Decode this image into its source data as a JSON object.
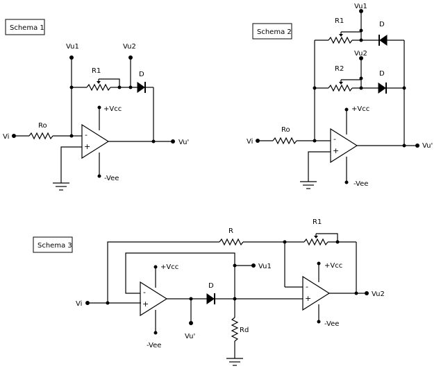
{
  "schema1": {
    "title": "Schema 1",
    "vu1": "Vu1",
    "vu2": "Vu2",
    "r1": "R1",
    "d": "D",
    "vcc": "+Vcc",
    "vee": "-Vee",
    "ro": "Ro",
    "vi": "Vi",
    "vu": "Vu'",
    "minus": "-",
    "plus": "+"
  },
  "schema2": {
    "title": "Schema 2",
    "vu1": "Vu1",
    "vu2": "Vu2",
    "r1": "R1",
    "r2": "R2",
    "d1": "D",
    "d2": "D",
    "vcc": "+Vcc",
    "vee": "-Vee",
    "ro": "Ro",
    "vi": "Vi",
    "vu": "Vu'",
    "minus": "-",
    "plus": "+"
  },
  "schema3": {
    "title": "Schema 3",
    "r": "R",
    "r1": "R1",
    "vcc1": "+Vcc",
    "vcc2": "+Vcc",
    "vu1": "Vu1",
    "vu2": "Vu2",
    "d": "D",
    "vi": "Vi",
    "vee1": "-Vee",
    "vee2": "-Vee",
    "vu": "Vu'",
    "rd": "Rd",
    "minus1": "-",
    "plus1": "+",
    "minus2": "-",
    "plus2": "+"
  }
}
